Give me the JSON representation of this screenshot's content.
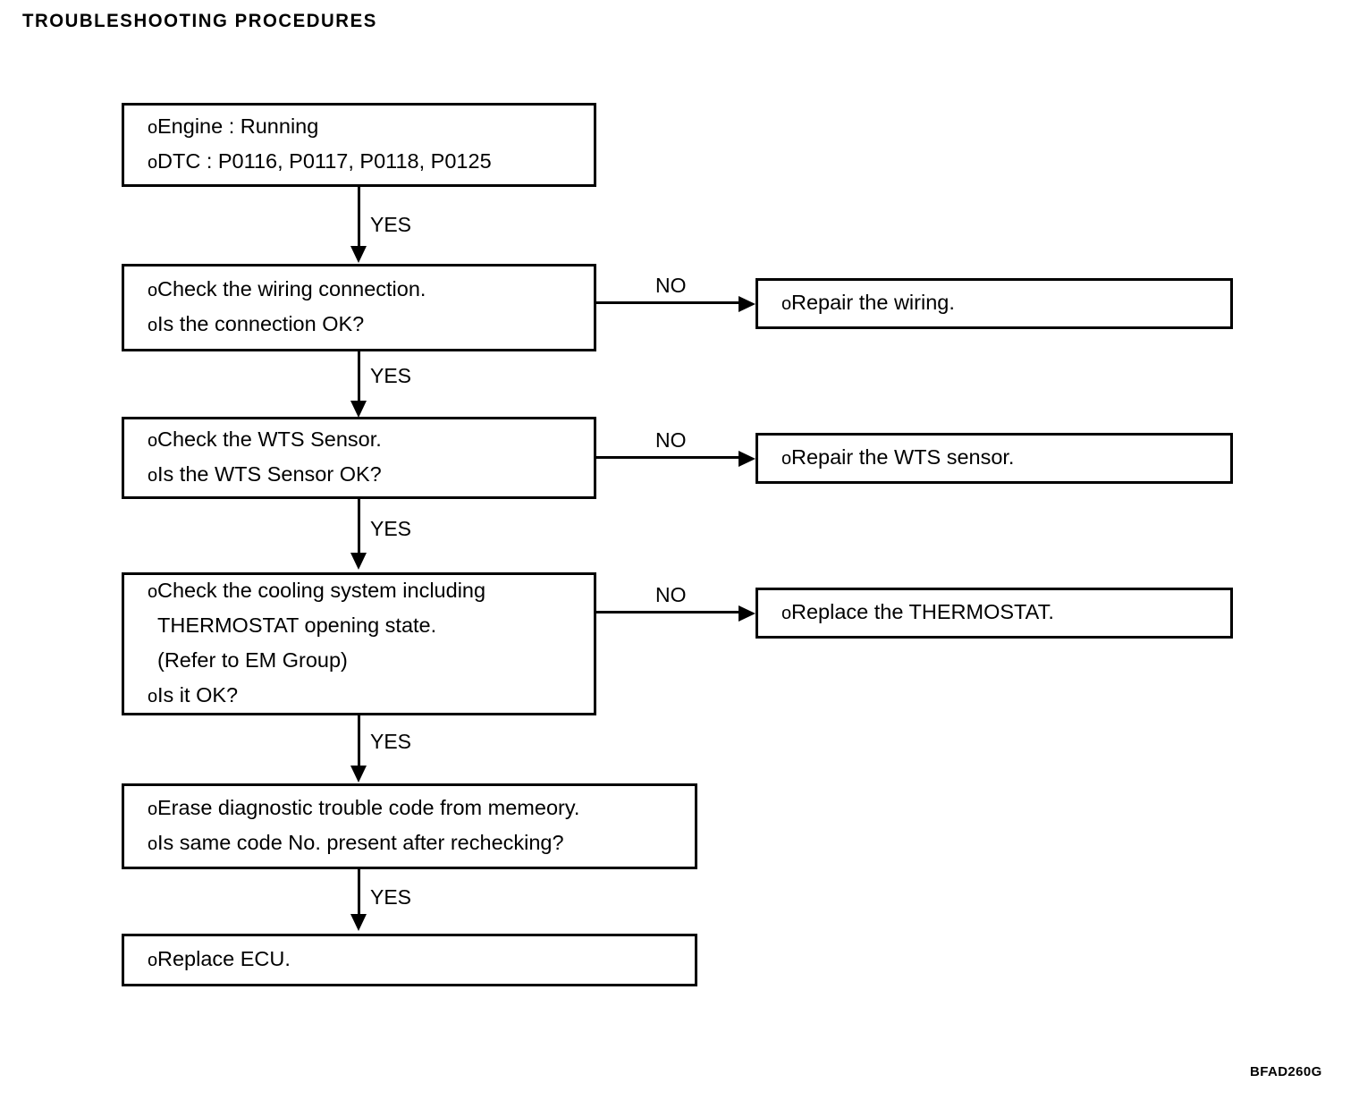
{
  "document": {
    "title": "TROUBLESHOOTING PROCEDURES",
    "figure_code": "BFAD260G",
    "bullet_glyph": "o"
  },
  "flow": {
    "boxes": [
      {
        "id": "start-conditions",
        "lines": [
          {
            "bullet": true,
            "text": "Engine : Running"
          },
          {
            "bullet": true,
            "text": "DTC : P0116, P0117, P0118, P0125"
          }
        ]
      },
      {
        "id": "check-wiring",
        "lines": [
          {
            "bullet": true,
            "text": "Check the wiring connection."
          },
          {
            "bullet": true,
            "text": "Is the connection OK?"
          }
        ]
      },
      {
        "id": "repair-wiring",
        "lines": [
          {
            "bullet": true,
            "text": "Repair the wiring."
          }
        ]
      },
      {
        "id": "check-wts-sensor",
        "lines": [
          {
            "bullet": true,
            "text": "Check the WTS Sensor."
          },
          {
            "bullet": true,
            "text": "Is the WTS Sensor OK?"
          }
        ]
      },
      {
        "id": "repair-wts-sensor",
        "lines": [
          {
            "bullet": true,
            "text": "Repair the WTS sensor."
          }
        ]
      },
      {
        "id": "check-cooling-system",
        "lines": [
          {
            "bullet": true,
            "text": "Check the cooling system including"
          },
          {
            "bullet": false,
            "text": "THERMOSTAT opening state."
          },
          {
            "bullet": false,
            "text": "(Refer to EM Group)"
          },
          {
            "bullet": true,
            "text": "Is it OK?"
          }
        ]
      },
      {
        "id": "replace-thermostat",
        "lines": [
          {
            "bullet": true,
            "text": "Replace the THERMOSTAT."
          }
        ]
      },
      {
        "id": "erase-dtc",
        "lines": [
          {
            "bullet": true,
            "text": "Erase diagnostic trouble code from memeory."
          },
          {
            "bullet": true,
            "text": "Is same code No. present after rechecking?"
          }
        ]
      },
      {
        "id": "replace-ecu",
        "lines": [
          {
            "bullet": true,
            "text": "Replace ECU."
          }
        ]
      }
    ],
    "edge_labels": [
      {
        "id": "yes-1",
        "text": "YES"
      },
      {
        "id": "no-1",
        "text": "NO"
      },
      {
        "id": "yes-2",
        "text": "YES"
      },
      {
        "id": "no-2",
        "text": "NO"
      },
      {
        "id": "yes-3",
        "text": "YES"
      },
      {
        "id": "no-3",
        "text": "NO"
      },
      {
        "id": "yes-4",
        "text": "YES"
      },
      {
        "id": "yes-5",
        "text": "YES"
      }
    ]
  },
  "colors": {
    "ink": "#000000",
    "paper": "#ffffff"
  }
}
